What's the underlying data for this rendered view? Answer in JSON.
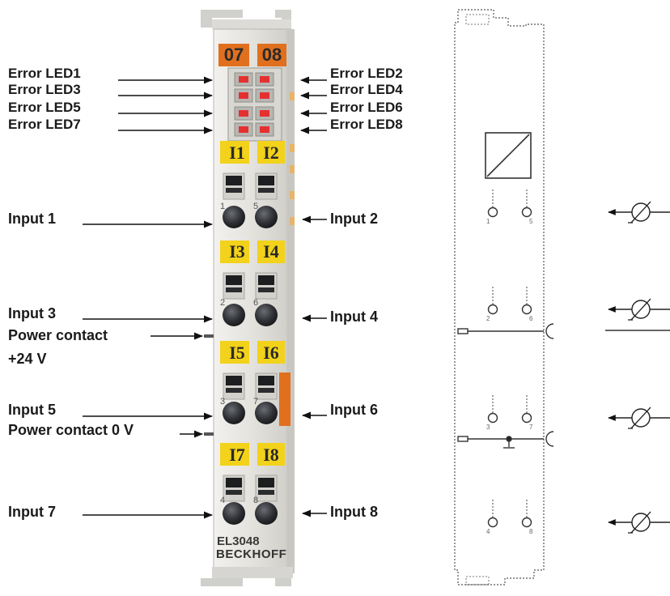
{
  "module": {
    "slot_top_left": "07",
    "slot_top_right": "08",
    "model": "EL3048",
    "brand": "BECKHOFF",
    "input_groups": [
      {
        "left": "I1",
        "right": "I2",
        "pin_left": "1",
        "pin_right": "5"
      },
      {
        "left": "I3",
        "right": "I4",
        "pin_left": "2",
        "pin_right": "6"
      },
      {
        "left": "I5",
        "right": "I6",
        "pin_left": "3",
        "pin_right": "7"
      },
      {
        "left": "I7",
        "right": "I8",
        "pin_left": "4",
        "pin_right": "8"
      }
    ]
  },
  "labels": {
    "error_led_1": "Error LED1",
    "error_led_2": "Error LED2",
    "error_led_3": "Error LED3",
    "error_led_4": "Error LED4",
    "error_led_5": "Error LED5",
    "error_led_6": "Error LED6",
    "error_led_7": "Error LED7",
    "error_led_8": "Error LED8",
    "input_1": "Input 1",
    "input_2": "Input 2",
    "input_3": "Input 3",
    "input_4": "Input 4",
    "input_5": "Input 5",
    "input_6": "Input 6",
    "input_7": "Input 7",
    "input_8": "Input 8",
    "power_24v_line1": "Power contact",
    "power_24v_line2": "+24 V",
    "power_0v": "Power contact 0 V"
  },
  "schematic": {
    "pins": [
      {
        "left": "1",
        "right": "5"
      },
      {
        "left": "2",
        "right": "6"
      },
      {
        "left": "3",
        "right": "7"
      },
      {
        "left": "4",
        "right": "8"
      }
    ]
  },
  "colors": {
    "orange": "#e0701e",
    "yellow": "#f2d21a",
    "body": "#e6e4df",
    "led_red": "#e53030",
    "contact": "#2e3034"
  }
}
